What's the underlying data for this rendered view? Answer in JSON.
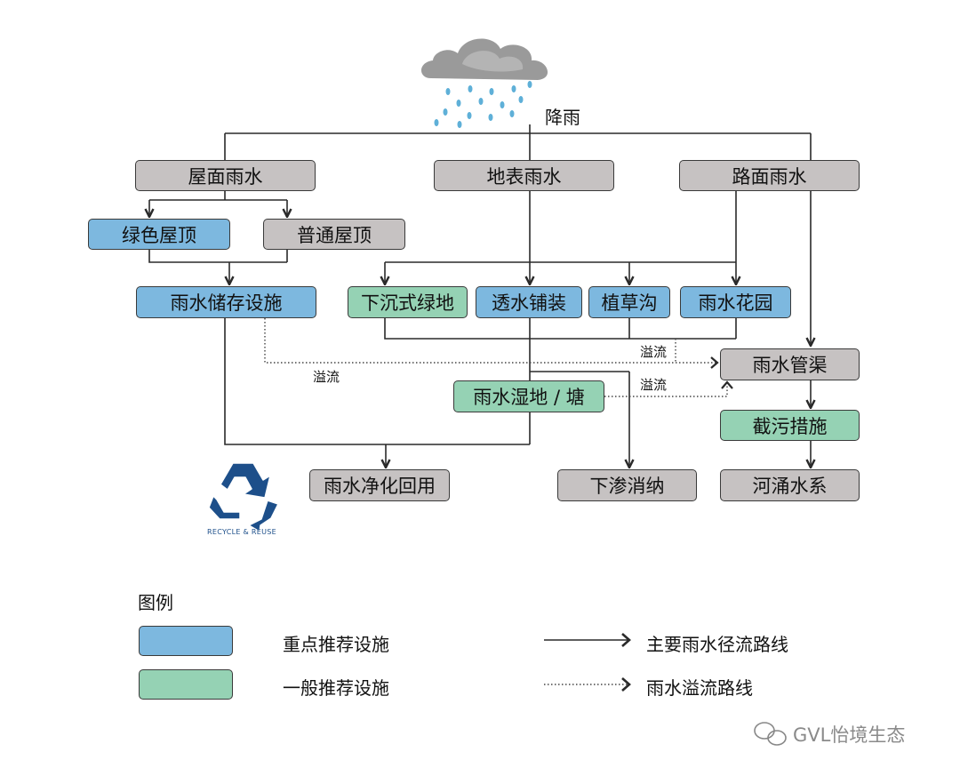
{
  "rain": {
    "label": "降雨"
  },
  "nodes": {
    "roof_water": "屋面雨水",
    "surface_water": "地表雨水",
    "road_water": "路面雨水",
    "green_roof": "绿色屋顶",
    "normal_roof": "普通屋顶",
    "storage": "雨水储存设施",
    "sunken_green": "下沉式绿地",
    "permeable_paving": "透水铺装",
    "grass_swale": "植草沟",
    "rain_garden": "雨水花园",
    "pipe_channel": "雨水管渠",
    "wetland": "雨水湿地 / 塘",
    "pollution_control": "截污措施",
    "purify_reuse": "雨水净化回用",
    "infiltration": "下渗消纳",
    "river_system": "河涌水系"
  },
  "overflow_labels": [
    "溢流",
    "溢流",
    "溢流"
  ],
  "recycle": {
    "caption": "RECYCLE & REUSE"
  },
  "legend": {
    "title": "图例",
    "key_facility": "重点推荐设施",
    "general_facility": "一般推荐设施",
    "main_route": "主要雨水径流路线",
    "overflow_route": "雨水溢流路线"
  },
  "watermark": {
    "text": "GVL怡境生态"
  },
  "colors": {
    "grey": "#c6c2c2",
    "blue": "#7db8df",
    "green": "#95d2b4",
    "line": "#2a2a2a",
    "logo_blue": "#1d4f8a"
  }
}
